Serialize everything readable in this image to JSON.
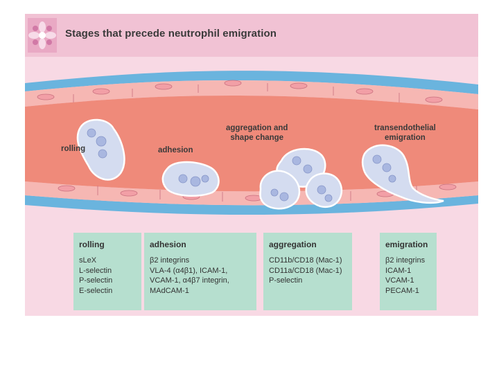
{
  "title": "Stages that precede neutrophil emigration",
  "stages": [
    {
      "label": "rolling"
    },
    {
      "label": "adhesion"
    },
    {
      "label_line1": "aggregation and",
      "label_line2": "shape change"
    },
    {
      "label_line1": "transendothelial",
      "label_line2": "emigration"
    }
  ],
  "boxes": [
    {
      "title": "rolling",
      "items": [
        "sLeX",
        "L-selectin",
        "P-selectin",
        "E-selectin"
      ]
    },
    {
      "title": "adhesion",
      "items": [
        "β2 integrins",
        "VLA-4 (α4β1), ICAM-1,",
        "VCAM-1, α4β7 integrin,",
        "MAdCAM-1"
      ]
    },
    {
      "title": "aggregation",
      "items": [
        "CD11b/CD18 (Mac-1)",
        "CD11a/CD18 (Mac-1)",
        "P-selectin"
      ]
    },
    {
      "title": "emigration",
      "items": [
        "β2 integrins",
        "ICAM-1",
        "VCAM-1",
        "PECAM-1"
      ]
    }
  ],
  "colors": {
    "panel": "#f8d9e4",
    "header": "#f1c2d4",
    "lumen": "#ef8a7a",
    "vessel_wall": "#6ab4de",
    "endothelium": "#f6b7b3",
    "leukocyte": "#d4dcf0",
    "nucleus": "#a9b7e0",
    "table_box": "#b6dfcf"
  },
  "icons": {
    "logo": "flower-logo-icon"
  }
}
